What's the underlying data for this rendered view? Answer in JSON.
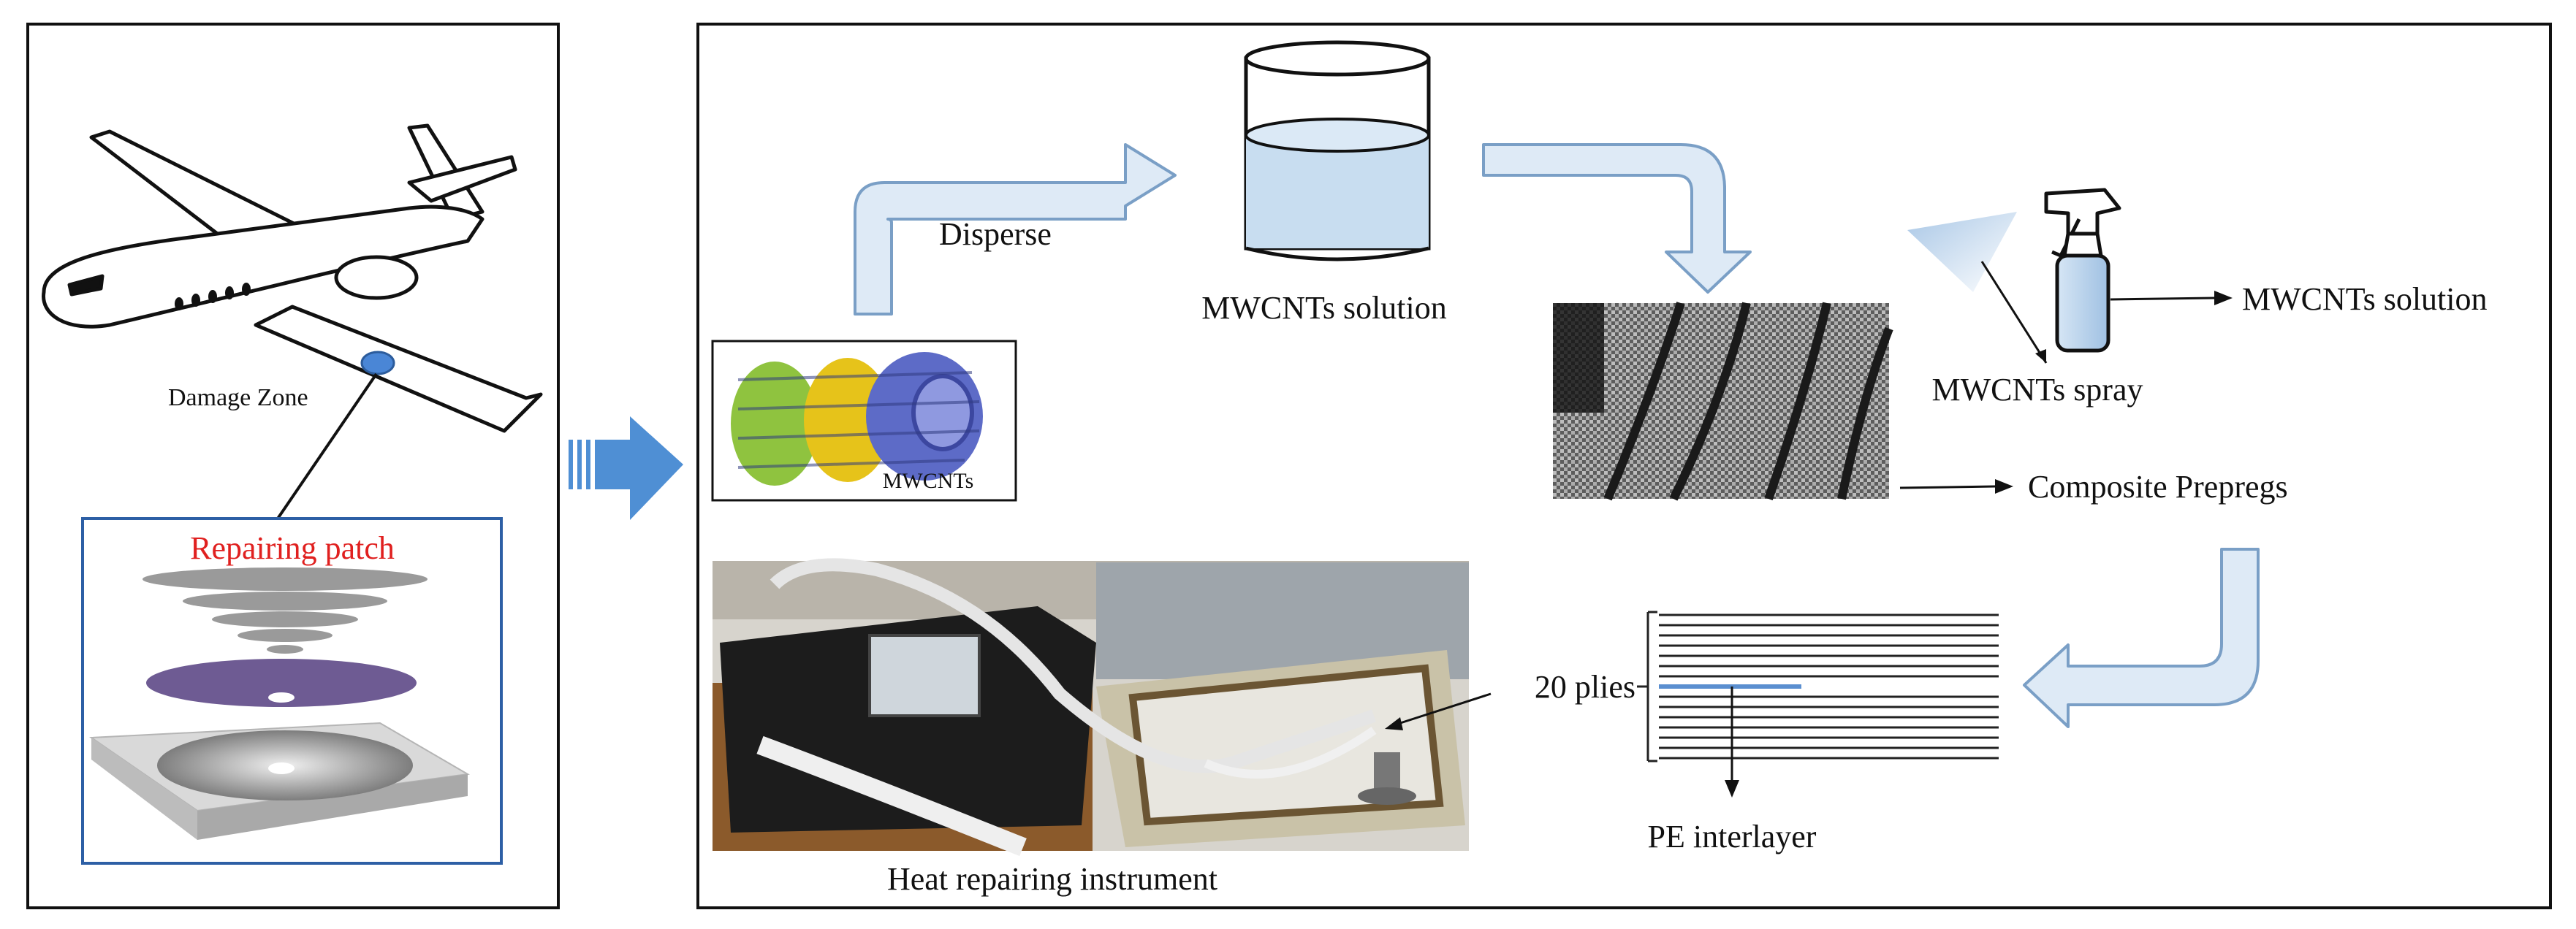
{
  "left_panel": {
    "damage_label": "Damage Zone",
    "patch_label": "Repairing patch"
  },
  "process_panel": {
    "disperse_label": "Disperse",
    "mwcnts_label": "MWCNTs",
    "solution_label": "MWCNTs solution",
    "spray_label": "MWCNTs spray",
    "spray_solution_label": "MWCNTs solution",
    "prepreg_label": "Composite Prepregs",
    "plies_label": "20 plies",
    "interlayer_label": "PE interlayer",
    "instrument_label": "Heat repairing instrument"
  },
  "colors": {
    "arrow_fill": "#deeaf6",
    "arrow_stroke": "#7a9fc6",
    "big_arrow": "#4f8fd4",
    "patch_title": "#e0201f",
    "damage_dot": "#4a86d6",
    "solution_fill": "#c8ddf0"
  }
}
